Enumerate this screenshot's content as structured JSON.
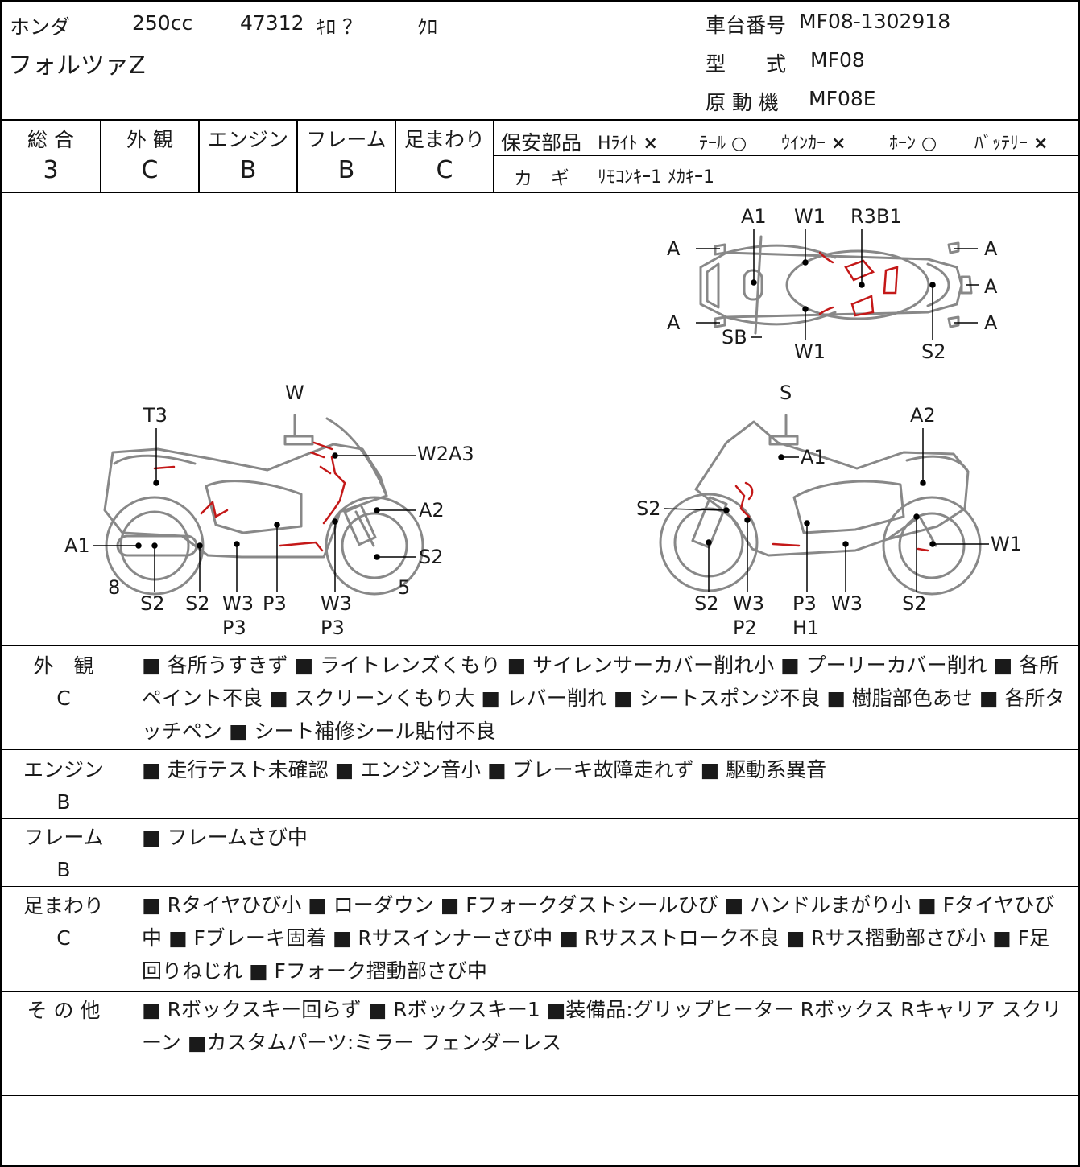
{
  "header": {
    "maker": "ホンダ",
    "displacement": "250cc",
    "mileage": "47312",
    "mileage_unit": "ｷﾛ ？",
    "color": "ｸﾛ",
    "model_name": "フォルツァZ",
    "frame_no_label": "車台番号",
    "frame_no": "MF08-1302918",
    "model_type_label": "型　　式",
    "model_type": "MF08",
    "engine_label": "原 動 機",
    "engine": "MF08E"
  },
  "grades": [
    {
      "label": "総 合",
      "value": "3"
    },
    {
      "label": "外 観",
      "value": "C"
    },
    {
      "label": "エンジン",
      "value": "B"
    },
    {
      "label": "フレーム",
      "value": "B"
    },
    {
      "label": "足まわり",
      "value": "C"
    }
  ],
  "safety": {
    "label": "保安部品",
    "items": [
      {
        "name": "Hﾗｲﾄ",
        "mark": "×"
      },
      {
        "name": "ﾃｰﾙ",
        "mark": "○"
      },
      {
        "name": "ｳｲﾝｶｰ",
        "mark": "×"
      },
      {
        "name": "ﾎｰﾝ",
        "mark": "○"
      },
      {
        "name": "ﾊﾞｯﾃﾘｰ",
        "mark": "×"
      }
    ]
  },
  "keys": {
    "label": "カ　ギ",
    "value": "ﾘﾓｺﾝｷｰ1 ﾒｶｷｰ1"
  },
  "diagram": {
    "top_view": [
      "A1",
      "W1",
      "R3B1",
      "A",
      "A",
      "A",
      "A",
      "A",
      "SB",
      "W1",
      "S2"
    ],
    "left_view": [
      "W",
      "T3",
      "W2A3",
      "A2",
      "A1",
      "S2",
      "8",
      "S2",
      "S2",
      "W3",
      "P3",
      "P3",
      "W3",
      "P3",
      "5"
    ],
    "right_view": [
      "S",
      "A2",
      "A1",
      "S2",
      "W1",
      "S2",
      "W3",
      "P2",
      "P3",
      "H1",
      "W3",
      "S2"
    ]
  },
  "sections": [
    {
      "label": "外　観",
      "grade": "C",
      "text": "■ 各所うすきず ■ ライトレンズくもり ■ サイレンサーカバー削れ小 ■ プーリーカバー削れ ■ 各所ペイント不良 ■ スクリーンくもり大 ■ レバー削れ ■ シートスポンジ不良 ■ 樹脂部色あせ ■ 各所タッチペン ■ シート補修シール貼付不良"
    },
    {
      "label": "エンジン",
      "grade": "B",
      "text": "■ 走行テスト未確認 ■ エンジン音小 ■ ブレーキ故障走れず ■ 駆動系異音"
    },
    {
      "label": "フレーム",
      "grade": "B",
      "text": "■ フレームさび中"
    },
    {
      "label": "足まわり",
      "grade": "C",
      "text": "■ Rタイヤひび小 ■ ローダウン ■ Fフォークダストシールひび ■ ハンドルまがり小 ■ Fタイヤひび中 ■ Fブレーキ固着 ■ Rサスインナーさび中 ■ Rサスストローク不良 ■ Rサス摺動部さび小 ■ F足回りねじれ ■ Fフォーク摺動部さび中"
    },
    {
      "label": "そ の 他",
      "grade": "",
      "text": "■ Rボックスキー回らず ■ Rボックスキー1 ■装備品:グリップヒーター Rボックス Rキャリア スクリーン ■カスタムパーツ:ミラー フェンダーレス"
    }
  ]
}
